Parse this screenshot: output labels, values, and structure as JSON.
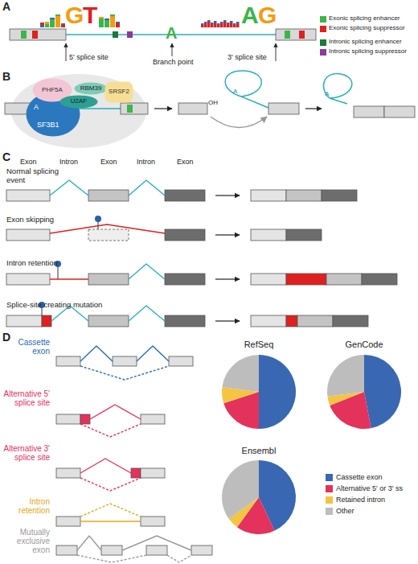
{
  "diagram": {
    "nodes": [
      {
        "text": [
          "PHF5A"
        ]
      },
      {
        "text": [
          "RBM39"
        ]
      },
      {
        "text": [
          "U2AF"
        ]
      },
      {
        "text": [
          "SRSF2"
        ]
      },
      {
        "text": [
          "A",
          "SF3B1"
        ]
      }
    ],
    "labels": [
      "A",
      "5′ splice site",
      "Branch point",
      "3′ splice site",
      "G",
      "T",
      "A",
      "A",
      "G",
      "B",
      "OH",
      "A",
      "A",
      "C",
      "Exon",
      "Intron",
      "Exon",
      "Intron",
      "Exon",
      "Normal splicing event",
      "Exon skipping",
      "Intron retention",
      "Splice-site creating mutation",
      "D",
      "Cassette exon",
      "Alternative 5′ splice site",
      "Alternative 3′ splice site",
      "Intron retention",
      "Mutually exclusive exon",
      "RefSeq",
      "GenCode",
      "Ensembl"
    ],
    "legend": [
      {
        "text": "Exonic splicing enhancer",
        "color": "#3cb54a"
      },
      {
        "text": "Exonic splicing suppressor",
        "color": "#e02020"
      },
      {
        "text": "Intronic splicing enhancer",
        "color": "#1b7a3a"
      },
      {
        "text": "Intronic splicing suppressor",
        "color": "#8b3a9c"
      },
      {
        "text": "Cassette exon",
        "color": "#3a67b1"
      },
      {
        "text": "Alternative 5′ or 3′ ss",
        "color": "#e3325c"
      },
      {
        "text": "Retained intron",
        "color": "#f4c542"
      },
      {
        "text": "Other",
        "color": "#bdbdbd"
      }
    ]
  }
}
